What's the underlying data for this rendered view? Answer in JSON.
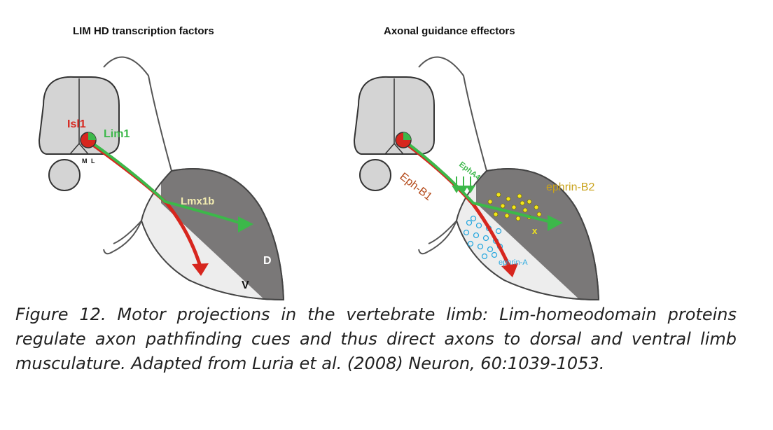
{
  "panels": {
    "left": {
      "title": "LIM HD transcription factors",
      "labels": {
        "isl1": "Isl1",
        "lim1": "Lim1",
        "lmx1b": "Lmx1b",
        "medial": "M",
        "lateral": "L",
        "dorsal": "D",
        "ventral": "V"
      }
    },
    "right": {
      "title": "Axonal guidance effectors",
      "labels": {
        "eph_b1": "Eph-B1",
        "eph_a4": "EphA4",
        "ephrin_b2": "ephrin-B2",
        "ephrin_a": "ephrin-A",
        "x_mark": "x"
      }
    }
  },
  "colors": {
    "red_axon": "#d7261e",
    "green_axon": "#3cb84a",
    "dorsal_fill": "#7a7878",
    "ventral_fill": "#ededed",
    "spinal_cord": "#d4d4d4",
    "ephrin_b2_dots": "#f3e61b",
    "ephrin_a_circles": "#2aa9df",
    "eph_b1_text": "#b44a1a",
    "ephrin_b2_text": "#c9a21a"
  },
  "caption": "Figure 12. Motor projections in the vertebrate limb: Lim-homeodomain proteins regulate axon pathfinding cues and thus direct axons to dorsal and ventral limb musculature. Adapted from Luria et al. (2008) Neuron, 60:1039-1053."
}
